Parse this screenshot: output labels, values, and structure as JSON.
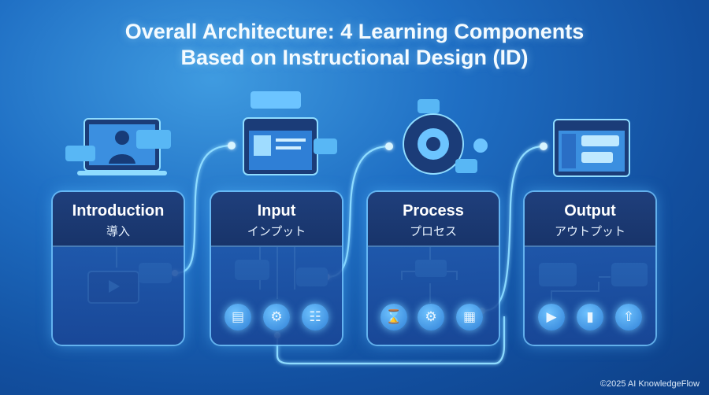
{
  "title": {
    "line1": "Overall Architecture: 4 Learning Components",
    "line2": "Based on Instructional Design (ID)"
  },
  "components": [
    {
      "title": "Introduction",
      "subtitle": "導入"
    },
    {
      "title": "Input",
      "subtitle": "インプット"
    },
    {
      "title": "Process",
      "subtitle": "プロセス"
    },
    {
      "title": "Output",
      "subtitle": "アウトプット"
    }
  ],
  "footer": "©2025 AI KnowledgeFlow",
  "colors": {
    "background": "#1f6fc4",
    "card_header": "#1f3f7c",
    "glow": "#7fd4ff"
  }
}
